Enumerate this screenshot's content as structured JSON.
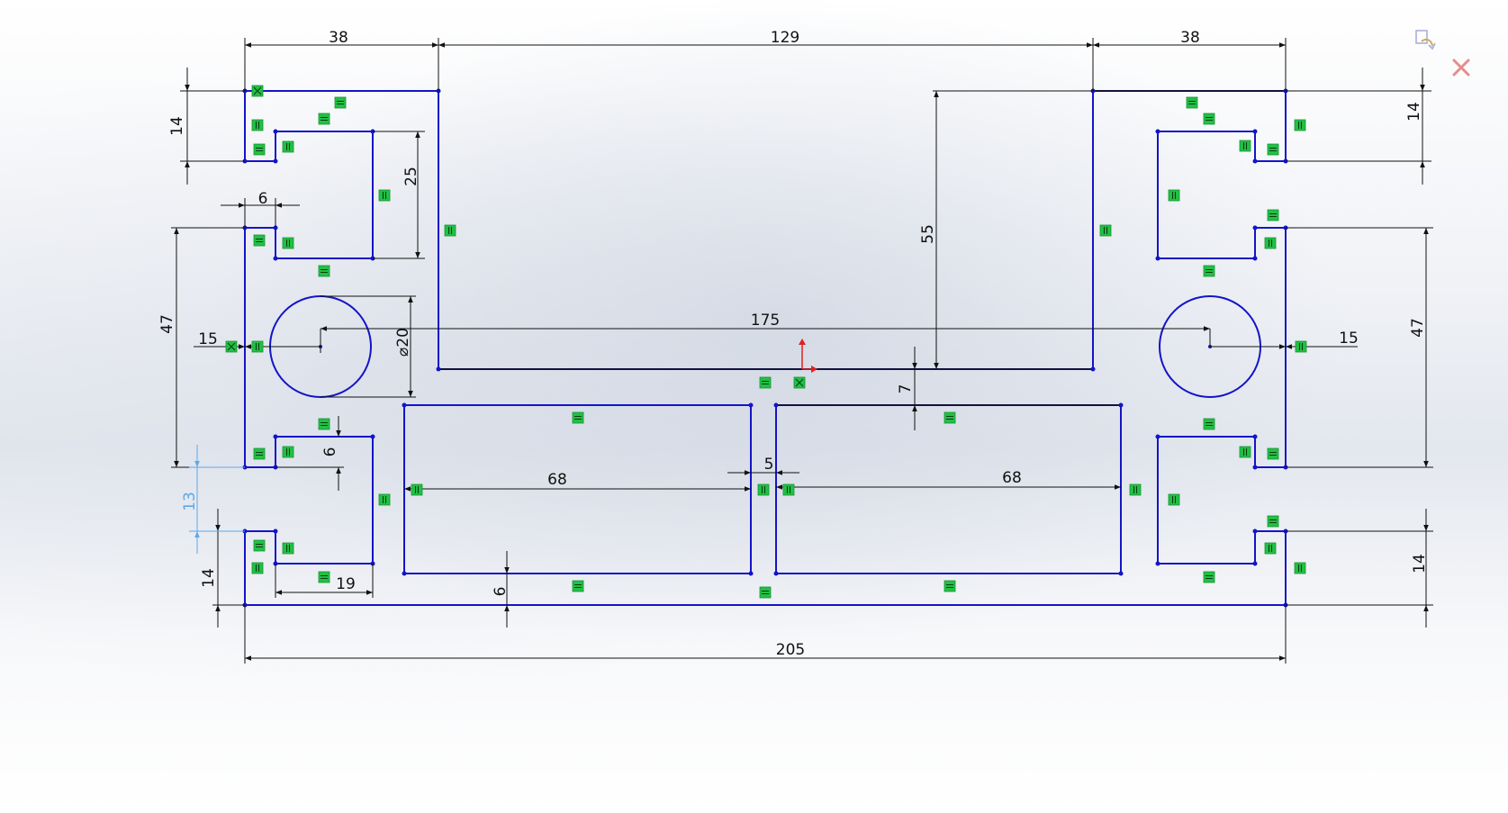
{
  "sketch": {
    "dimensions": {
      "top_left_width": "38",
      "top_middle_width": "129",
      "top_right_width": "38",
      "left_top_height": "14",
      "left_slot_height": "25",
      "left_tab_width": "6",
      "left_mid_height": "47",
      "left_hole_offset": "15",
      "hole_diameter": "20",
      "hole_spacing": "175",
      "center_depth": "55",
      "center_gap": "7",
      "left_notch_height": "6",
      "left_lower_height": "13",
      "left_bottom_height": "14",
      "left_bottom_width": "19",
      "left_window_width": "68",
      "window_gap": "5",
      "right_window_width": "68",
      "bottom_thickness": "6",
      "overall_width": "205",
      "right_top_height": "14",
      "right_mid_height": "47",
      "right_hole_offset": "15",
      "right_bottom_height": "14"
    },
    "colors": {
      "geometry": "#1414c8",
      "dimension": "#111111",
      "driven_dimension": "#5ea8e6",
      "relation_marker": "#22c046",
      "origin_y": "#e02020",
      "origin_x": "#e02020"
    }
  },
  "controls": {
    "confirm_icon": "rebuild-confirm-icon",
    "cancel_icon": "cancel-x-icon"
  }
}
